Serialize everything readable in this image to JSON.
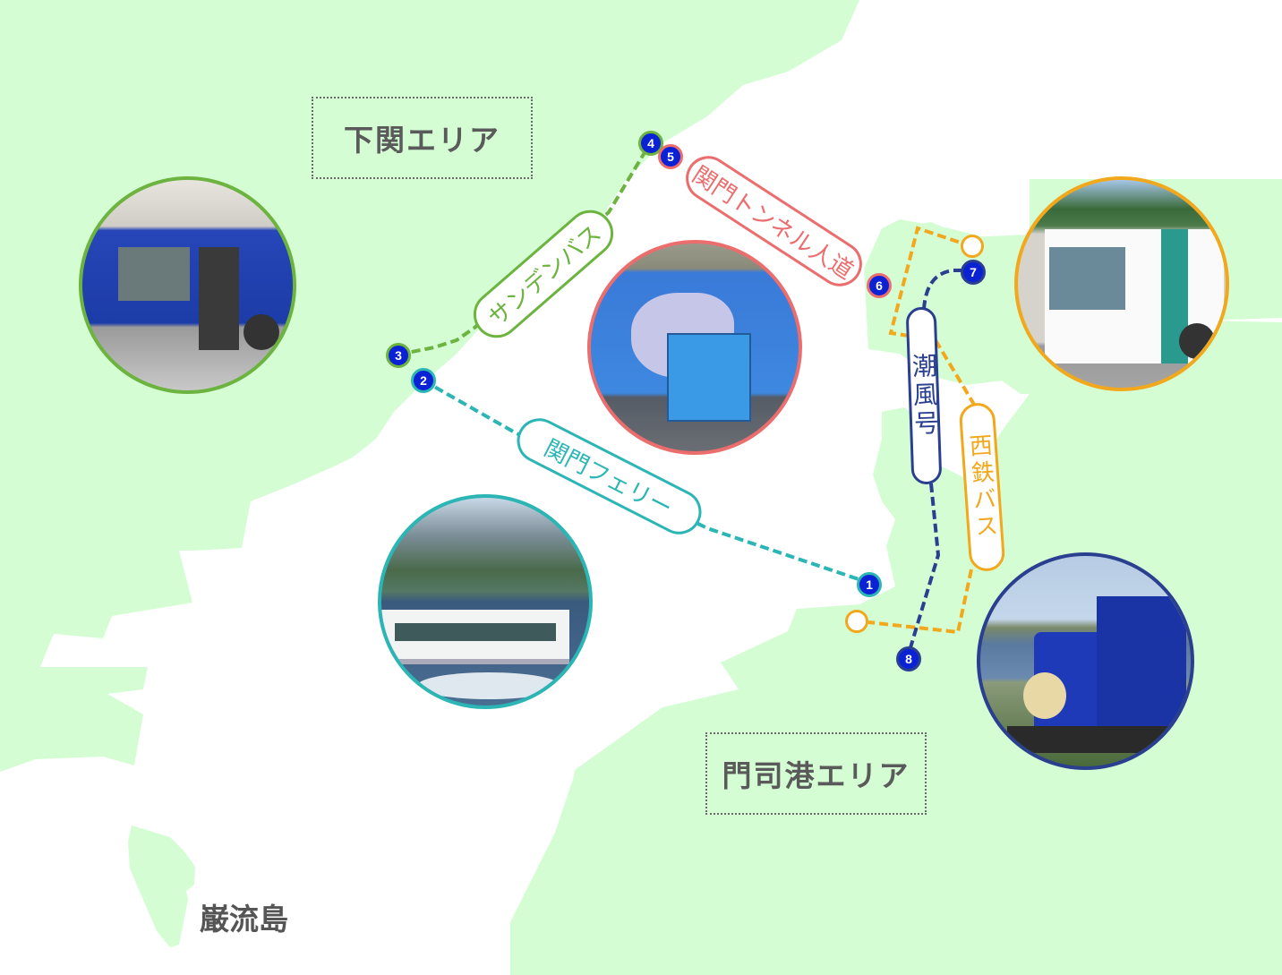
{
  "colors": {
    "land": "#d4fdd4",
    "sea": "#ffffff",
    "sanden_bus": "#6cb33f",
    "tunnel": "#eb6d6d",
    "ferry": "#2bb5b5",
    "shiokaze": "#2a3f8f",
    "nishitetsu_bus": "#f2a81c",
    "stop_fill": "#0b22d4",
    "area_text": "#5a5a5a"
  },
  "areas": {
    "shimonoseki": "下関エリア",
    "mojiko": "門司港エリア",
    "ganryujima": "巌流島"
  },
  "routes": {
    "sanden_bus": "サンデンバス",
    "kanmon_tunnel": "関門トンネル人道",
    "kanmon_ferry": "関門フェリー",
    "shiokaze": "潮風号",
    "nishitetsu_bus": "西鉄バス"
  },
  "stops": [
    {
      "num": "1",
      "route": "kanmon_ferry"
    },
    {
      "num": "2",
      "route": "kanmon_ferry"
    },
    {
      "num": "3",
      "route": "sanden_bus"
    },
    {
      "num": "4",
      "route": "sanden_bus"
    },
    {
      "num": "5",
      "route": "kanmon_tunnel"
    },
    {
      "num": "6",
      "route": "kanmon_tunnel"
    },
    {
      "num": "7",
      "route": "shiokaze"
    },
    {
      "num": "8",
      "route": "shiokaze"
    }
  ],
  "photos": [
    {
      "subject": "sanden-bus-photo",
      "route": "sanden_bus"
    },
    {
      "subject": "tunnel-entrance-photo",
      "route": "kanmon_tunnel"
    },
    {
      "subject": "ferry-photo",
      "route": "kanmon_ferry"
    },
    {
      "subject": "nishitetsu-bus-photo",
      "route": "nishitetsu_bus"
    },
    {
      "subject": "shiokaze-train-photo",
      "route": "shiokaze"
    }
  ]
}
